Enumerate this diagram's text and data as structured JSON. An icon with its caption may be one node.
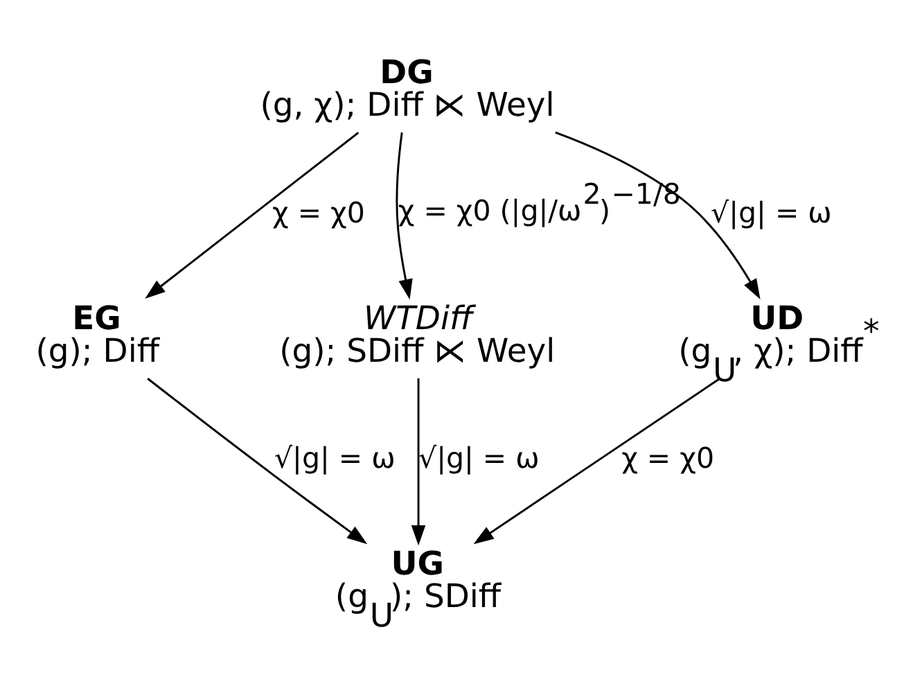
{
  "diagram": {
    "nodes": [
      {
        "text": [
          "DG",
          "(g, χ); Diff ⋉ Weyl"
        ]
      },
      {
        "text": [
          "EG",
          "(g); Diff"
        ]
      },
      {
        "text": [
          "WTDiff",
          "(g); SDiff ⋉ Weyl"
        ]
      },
      {
        "text": [
          "UD",
          "(g$_{U}$, χ); Diff$^{*}$"
        ]
      },
      {
        "text": [
          "UG",
          "(g$_{U}$); SDiff"
        ]
      }
    ],
    "edges": [
      {
        "from": 0,
        "to": 1,
        "arrow": "to",
        "label": "χ = χ0"
      },
      {
        "from": 0,
        "to": 2,
        "arrow": "to",
        "label": "χ = χ0 (|g|/ω$^{2}$)$^{−1/8}$"
      },
      {
        "from": 0,
        "to": 3,
        "arrow": "to",
        "label": "√|g| = ω"
      },
      {
        "from": 1,
        "to": 4,
        "arrow": "to",
        "label": "√|g| = ω"
      },
      {
        "from": 2,
        "to": 4,
        "arrow": "to",
        "label": "√|g| = ω"
      },
      {
        "from": 3,
        "to": 4,
        "arrow": "to",
        "label": "χ = χ0"
      }
    ]
  }
}
